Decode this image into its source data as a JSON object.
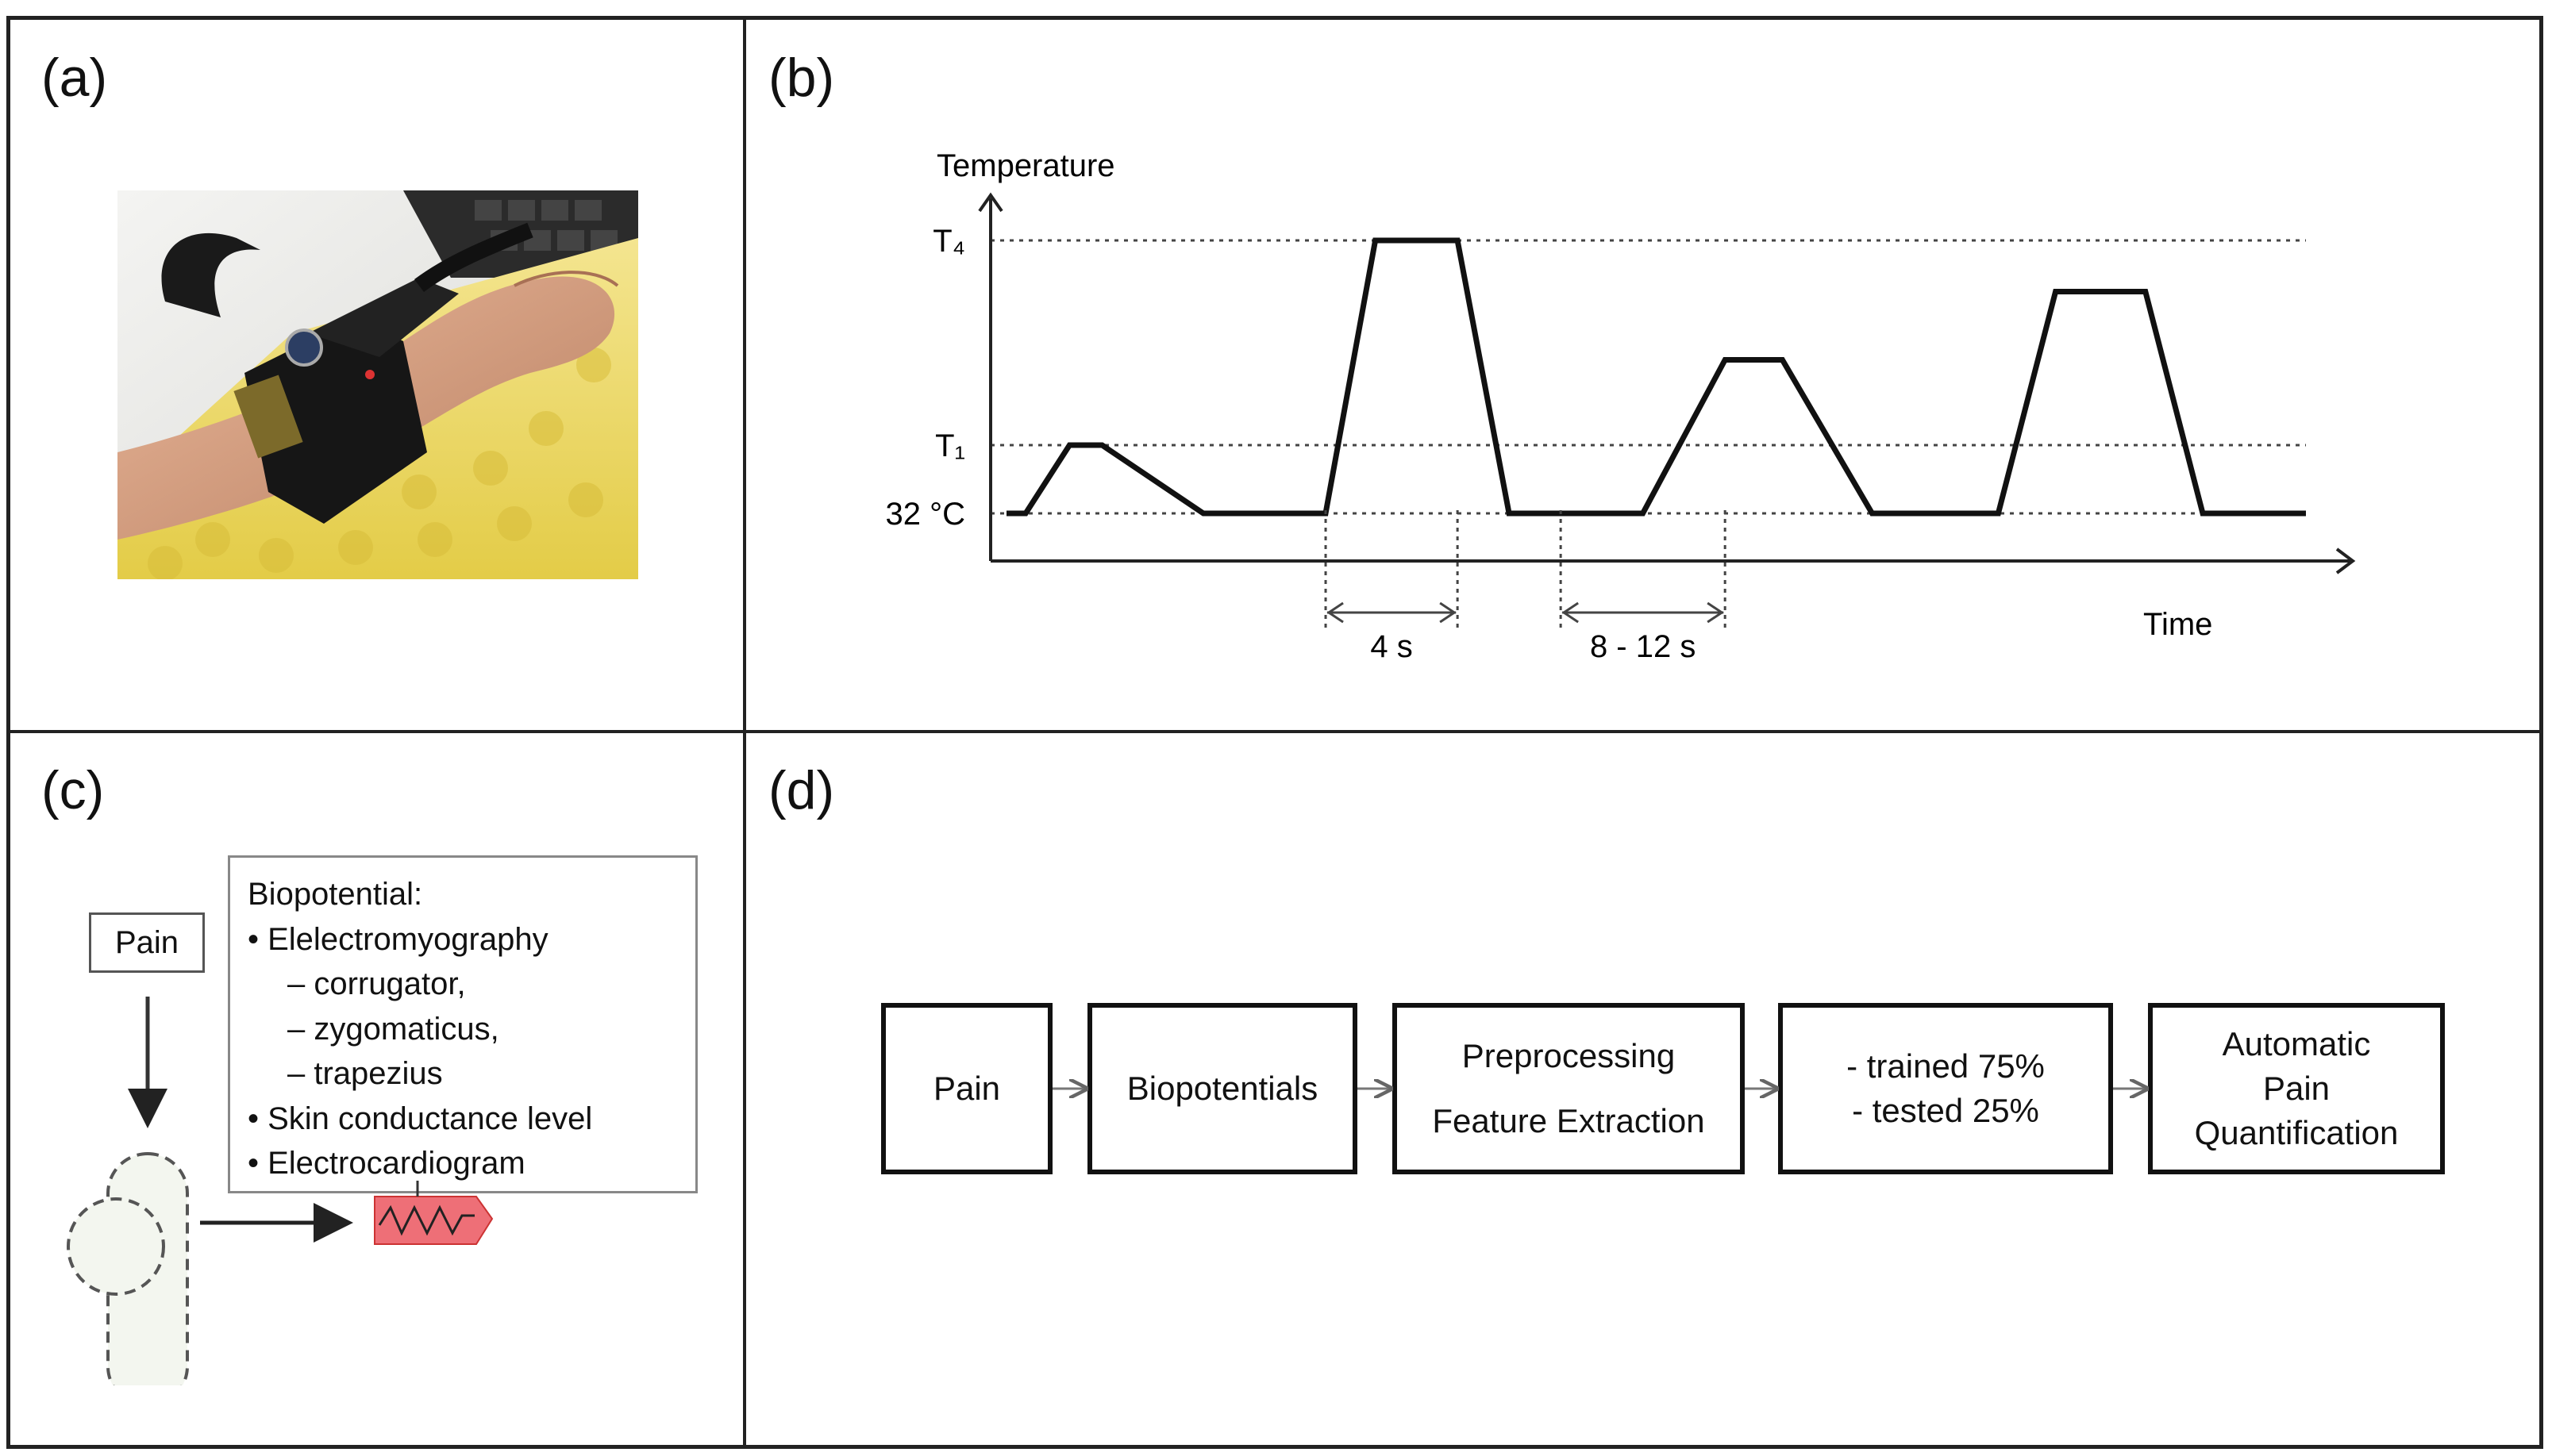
{
  "panels": {
    "a": "(a)",
    "b": "(b)",
    "c": "(c)",
    "d": "(d)"
  },
  "chart_data": {
    "type": "line",
    "title": "",
    "xlabel": "Time",
    "ylabel": "Temperature",
    "ylevels": [
      {
        "label": "32 °C",
        "level": 0
      },
      {
        "label": "T₁",
        "level": 1
      },
      {
        "label": "T₄",
        "level": 4
      }
    ],
    "x": [
      0,
      1,
      3.3,
      5,
      10.3,
      12,
      16.7,
      19.3,
      23.6,
      26.3,
      31,
      33.3,
      37.6,
      40.6,
      45.3,
      47.6,
      51.9,
      54.9,
      59.6,
      62.6,
      68
    ],
    "y": [
      0,
      0,
      1,
      1,
      0,
      0,
      0,
      4,
      4,
      0,
      0,
      0,
      2.25,
      2.25,
      0,
      0,
      0,
      3.25,
      3.25,
      0,
      0
    ],
    "xlim": [
      0,
      68
    ],
    "ylim": [
      0,
      4
    ],
    "grid": "dashed level lines",
    "annotations": [
      {
        "text": "4 s",
        "from": 16.7,
        "to": 23.6
      },
      {
        "text": "8 - 12 s",
        "from": 29,
        "to": 37.6
      }
    ]
  },
  "panel_c": {
    "pain_label": "Pain",
    "bio_title": "Biopotential:",
    "bio_items": [
      {
        "text": "• Elelectromyography",
        "sub": false
      },
      {
        "text": "– corrugator,",
        "sub": true
      },
      {
        "text": "– zygomaticus,",
        "sub": true
      },
      {
        "text": "– trapezius",
        "sub": true
      },
      {
        "text": "• Skin conductance level",
        "sub": false
      },
      {
        "text": "• Electrocardiogram",
        "sub": false
      }
    ]
  },
  "panel_d": {
    "boxes": [
      {
        "lines": [
          "Pain"
        ]
      },
      {
        "lines": [
          "Biopotentials"
        ]
      },
      {
        "lines": [
          "Preprocessing",
          "Feature Extraction"
        ]
      },
      {
        "lines": [
          "- trained 75%",
          "- tested 25%"
        ]
      },
      {
        "lines": [
          "Automatic",
          "Pain",
          "Quantification"
        ]
      }
    ]
  },
  "colors": {
    "line": "#111111",
    "signal_device": "#ee6f77",
    "body_fill": "#f3f6ef"
  }
}
